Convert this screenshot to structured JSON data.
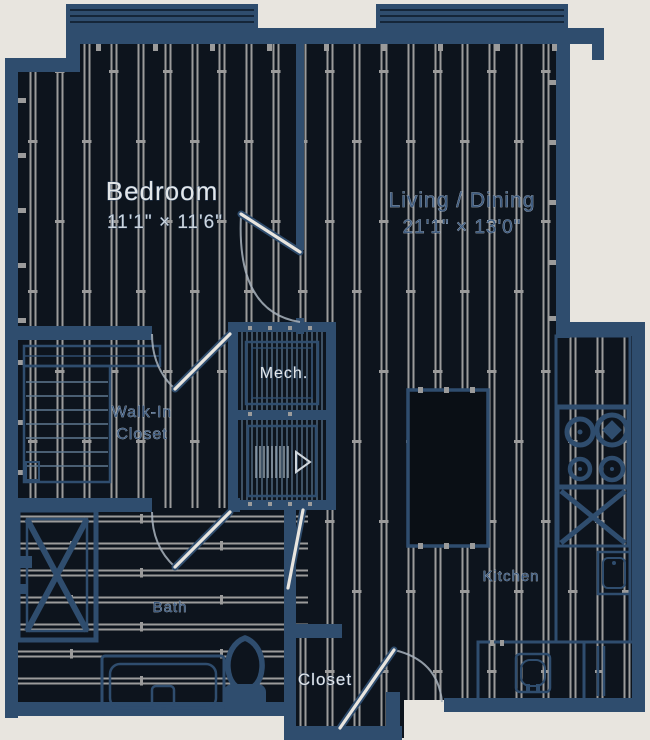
{
  "colors": {
    "wall": "#2f4d6e",
    "floor": "#0d141d",
    "plank_line": "#9b9b9b",
    "background": "#e8e5df",
    "label_light": "#e3e6e8",
    "label_dark": "#3f5c80"
  },
  "rooms": {
    "bedroom": {
      "name": "Bedroom",
      "dims": "11'1\" × 11'6\""
    },
    "living_dining": {
      "name": "Living / Dining",
      "dims": "21'1\" × 13'0\""
    },
    "mech": {
      "name": "Mech."
    },
    "walk_in_closet": {
      "name_line1": "Walk-In",
      "name_line2": "Closet"
    },
    "bath": {
      "name": "Bath"
    },
    "closet": {
      "name": "Closet"
    },
    "kitchen": {
      "name": "Kitchen"
    }
  }
}
